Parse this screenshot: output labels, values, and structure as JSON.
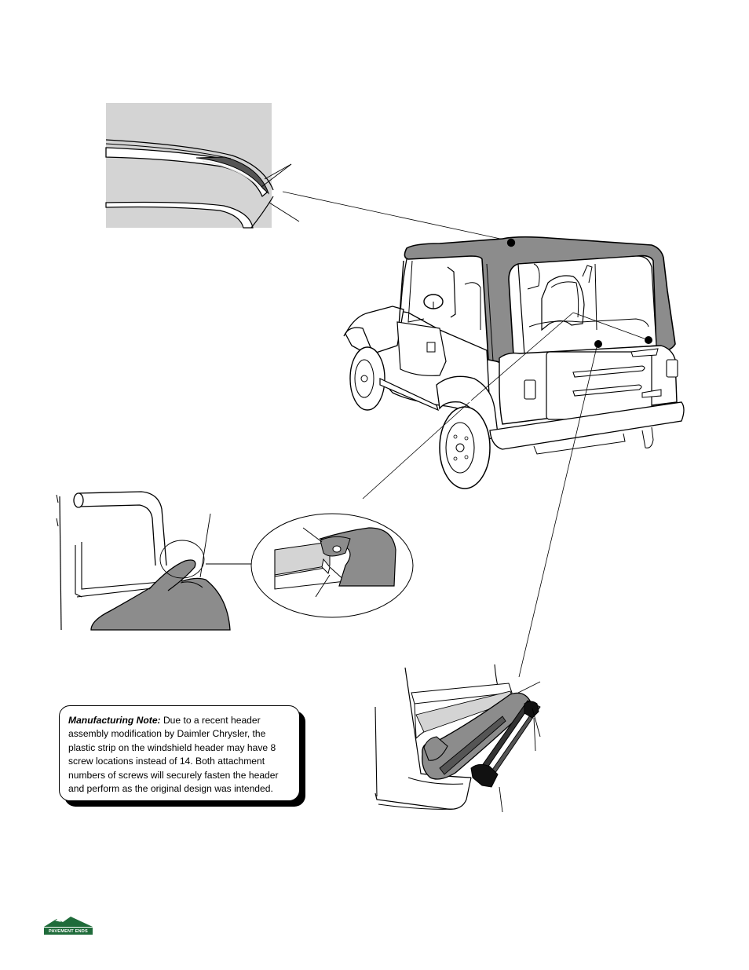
{
  "note": {
    "label": "Manufacturing Note:",
    "text": "  Due to a recent header assembly modification by Daimler Chrysler, the plastic strip on the windshield header may have 8 screw locations instead of 14.   Both attachment numbers of screws will securely fasten the header and perform as the original design was intended."
  },
  "logo": {
    "text": "PAVEMENT ENDS",
    "colors": {
      "mountain": "#1f6b3a",
      "bar": "#1f6b3a"
    }
  },
  "illustration": {
    "fabric_color": "#8c8c8c",
    "detail_background": "#d4d4d4"
  }
}
